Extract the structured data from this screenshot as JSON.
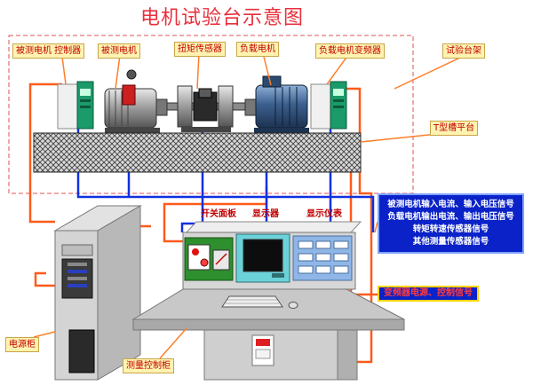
{
  "title": "电机试验台示意图",
  "labels": {
    "controller": "被测电机 控制器",
    "motor_under_test": "被测电机",
    "torque_sensor": "扭矩传感器",
    "load_motor": "负载电机",
    "load_vfd": "负载电机变频器",
    "test_frame": "试验台架",
    "t_slot_platform": "T型槽平台",
    "switch_panel": "开关面板",
    "display": "显示器",
    "meter": "显示仪表",
    "power_cabinet": "电源柜",
    "control_cabinet": "测量控制柜"
  },
  "signals": {
    "lines": [
      "被测电机输入电流、输入电压信号",
      "负载电机输出电流、输出电压信号",
      "转矩转速传感器信号",
      "其他测量传感器信号"
    ],
    "control": "变频器电源、控制信号"
  },
  "colors": {
    "title": "#e8303c",
    "signal_wire": "#1030e0",
    "power_wire": "#ff5a1a",
    "frame_dash": "#e05050",
    "platform_hatch": "#333333",
    "motor_blue": "#3c5f8e"
  }
}
